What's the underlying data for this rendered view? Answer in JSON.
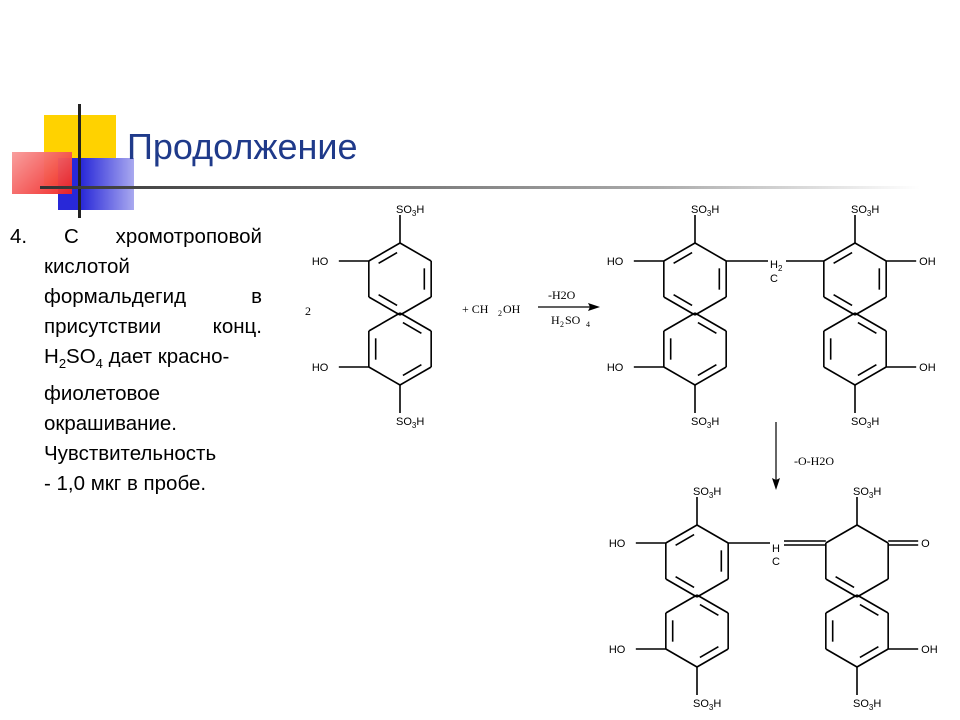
{
  "title": "Продолжение",
  "body": {
    "item_number": "4.",
    "word_s": "С",
    "word_chromotropic": "хромотроповой",
    "line2": "кислотой",
    "word_formaldehyde": "формальдегид",
    "word_v": "в",
    "word_presence": "присутствии",
    "word_conc": "конц.",
    "h2so4_h": "H",
    "h2so4_2": "2",
    "h2so4_so": "SO",
    "h2so4_4": "4",
    "line5_rest": " дает красно-",
    "line6": "фиолетовое",
    "line7": "окрашивание.",
    "line8": "Чувствительность",
    "line9": "- 1,0 мкг в пробе."
  },
  "scheme": {
    "so3h": "SO3H",
    "ho": "HO",
    "oh": "OH",
    "o": "O",
    "coef": "2",
    "reagent_plus": "+ CH",
    "reagent_sub": "2",
    "reagent_end": "OH",
    "arrow1_top": "-H2O",
    "arrow1_bottom_h": "H",
    "arrow1_bottom_2": "2",
    "arrow1_bottom_so": "SO",
    "arrow1_bottom_4": "4",
    "bridge_h": "H",
    "bridge_h2_sub": "2",
    "bridge_c": "C",
    "arrow2_label": "-O-H2O"
  }
}
